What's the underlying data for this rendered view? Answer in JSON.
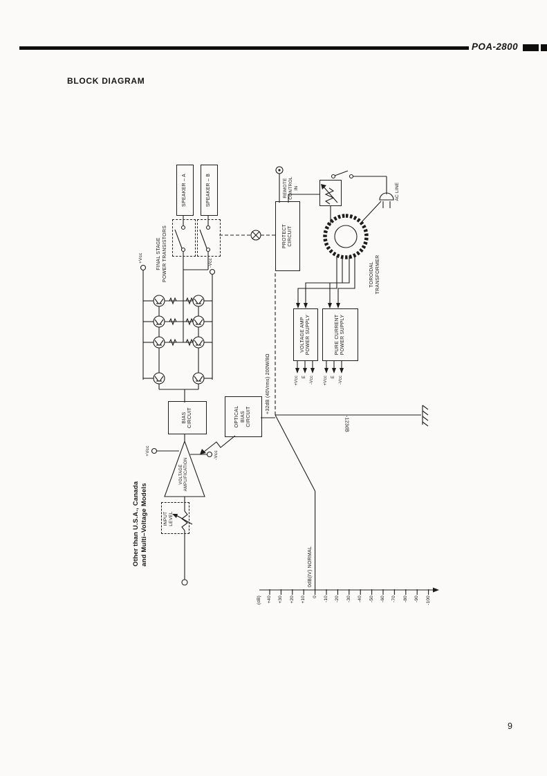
{
  "header": {
    "model": "POA-2800"
  },
  "title": "BLOCK DIAGRAM",
  "page_number": "9",
  "diagram": {
    "blocks": {
      "speaker_a": [
        "SPEAKER – A"
      ],
      "speaker_b": [
        "SPEAKER – B"
      ],
      "bias": [
        "BIAS",
        "CIRCUIT"
      ],
      "optical_bias": [
        "OPTICAL",
        "BIAS",
        "CIRCUIT"
      ],
      "protect": [
        "PROTECT",
        "CIRCUIT"
      ],
      "voltage_amp_supply": [
        "VOLTAGE AMP",
        "POWER SUPPLY"
      ],
      "pure_current_supply": [
        "PURE CURRENT",
        "POWER SUPPLY"
      ],
      "voltage_amplification": [
        "VOLTAGE",
        "AMPLIFICATION"
      ],
      "input_level": [
        "INPUT",
        "LEVEL"
      ],
      "final_stage": [
        "FINAL STAGE",
        "POWER TRANSISTORS"
      ],
      "toroidal": [
        "TOROIDAL",
        "TRANSFORMER"
      ],
      "remote": [
        "REMOTE",
        "CONTROL",
        "IN"
      ],
      "ac_line": [
        "AC LINE"
      ]
    },
    "terminals": {
      "plus_vcc": "+Vcc",
      "minus_vcc": "-Vcc",
      "e": "E"
    },
    "annotations": {
      "other_models": [
        "Other than U.S.A., Canada",
        "and Multi–Voltage Models"
      ],
      "gain": "+32dB (40Vrms) 200W/8Ω",
      "normal": "0dB(IV) NORMAL",
      "mute": "-123dB"
    },
    "scale": {
      "unit": "(dB)",
      "ticks": [
        "+40",
        "+30",
        "+20",
        "+10",
        "0",
        "-10",
        "-20",
        "-30",
        "-40",
        "-50",
        "-60",
        "-70",
        "-80",
        "-90",
        "-100"
      ]
    }
  }
}
